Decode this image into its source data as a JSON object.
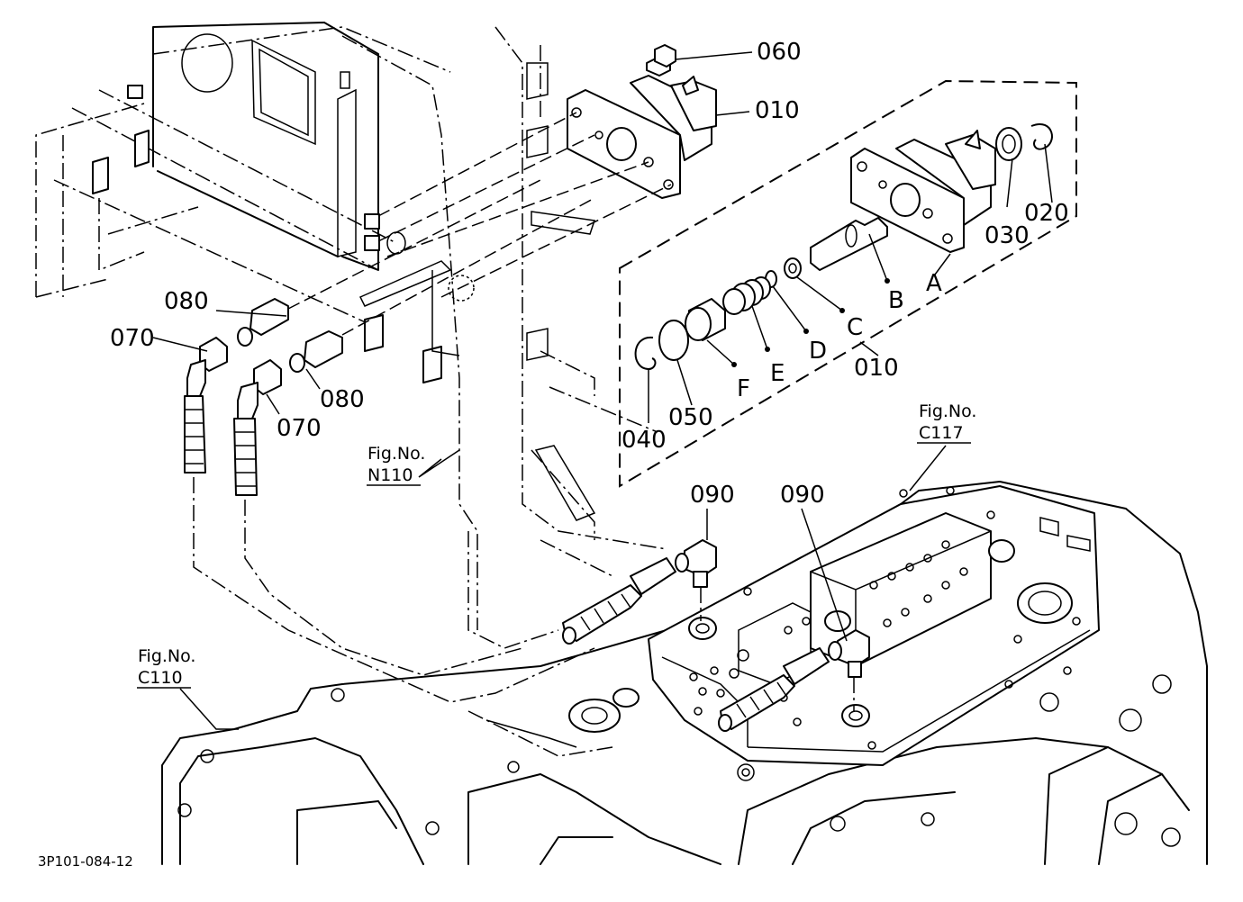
{
  "callouts": {
    "p060": "060",
    "p010_top": "010",
    "p080_a": "080",
    "p080_b": "080",
    "p070_a": "070",
    "p070_b": "070",
    "p030": "030",
    "p020": "020",
    "pA": "A",
    "pB": "B",
    "pC": "C",
    "pD": "D",
    "pE": "E",
    "pF": "F",
    "p010_detail": "010",
    "p040": "040",
    "p050": "050",
    "p090_a": "090",
    "p090_b": "090"
  },
  "figure_refs": {
    "n110_title": "Fig.No.",
    "n110_code": "N110",
    "c117_title": "Fig.No.",
    "c117_code": "C117",
    "c110_title": "Fig.No.",
    "c110_code": "C110"
  },
  "drawing_code": "3P101-084-12"
}
